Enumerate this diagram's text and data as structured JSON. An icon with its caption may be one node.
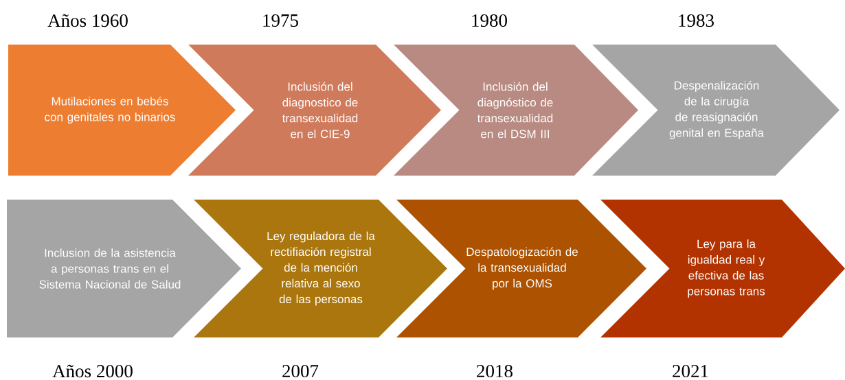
{
  "diagram": {
    "nodes": [
      {
        "text": [
          "Mutilaciones en bebés con genitales no binarios"
        ],
        "beside": [
          "Años 1960"
        ]
      },
      {
        "text": [
          "Inclusión del diagnostico de transexualidad en el CIE-9"
        ],
        "beside": [
          "1975"
        ]
      },
      {
        "text": [
          "Inclusión del diagnóstico de transexualidad en el DSM III"
        ],
        "beside": [
          "1980"
        ]
      },
      {
        "text": [
          "Despenalización de la cirugía de reasignación genital en España"
        ],
        "beside": [
          "1983"
        ]
      },
      {
        "text": [
          "Inclusion de la asistencia a personas trans en el Sistema Nacional de Salud"
        ],
        "beside": [
          "Años 2000"
        ]
      },
      {
        "text": [
          "Ley reguladora de la rectifiación registral de la mención relativa al sexo de las personas"
        ],
        "beside": [
          "2007"
        ]
      },
      {
        "text": [
          "Despatologización de la transexualidad por la OMS"
        ],
        "beside": [
          "2018"
        ]
      },
      {
        "text": [
          "Ley para la igualdad real y efectiva de las personas trans"
        ],
        "beside": [
          "2021"
        ]
      }
    ]
  }
}
